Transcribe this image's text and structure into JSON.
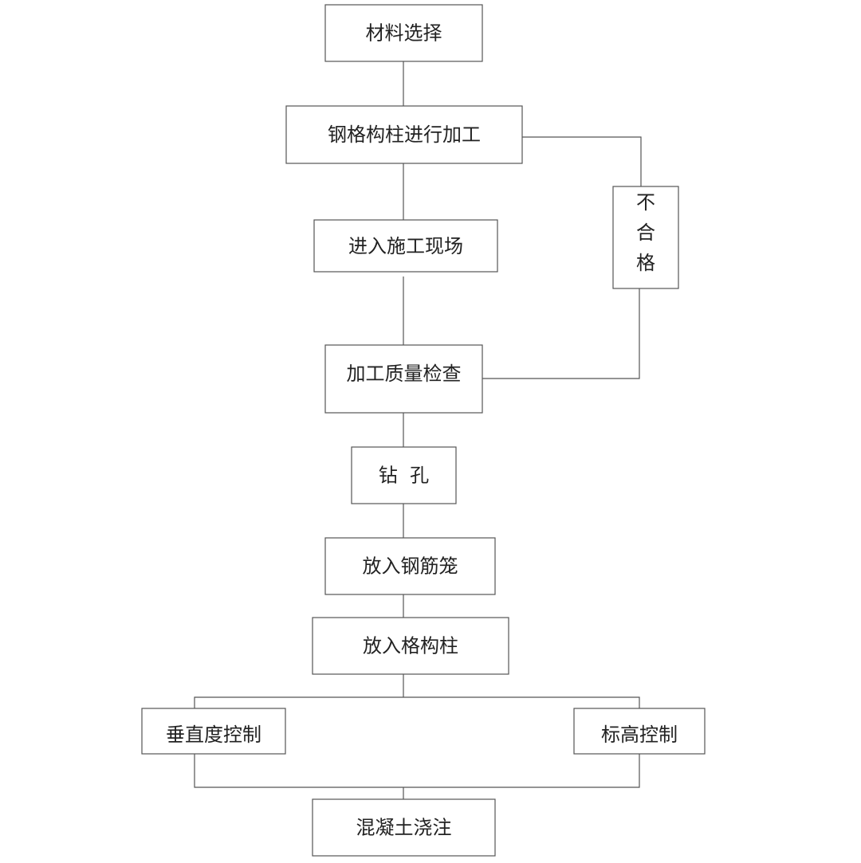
{
  "nodes": {
    "material_selection": "材料选择",
    "steel_column_processing": "钢格构柱进行加工",
    "enter_site": "进入施工现场",
    "quality_check": "加工质量检查",
    "drilling": "钻  孔",
    "place_rebar_cage": "放入钢筋笼",
    "place_lattice_column": "放入格构柱",
    "verticality_control": "垂直度控制",
    "elevation_control": "标高控制",
    "concrete_pouring": "混凝土浇注"
  },
  "rejected_label": [
    "不",
    "合",
    "格"
  ],
  "colors": {
    "line": "#555555",
    "text": "#222222",
    "background": "#ffffff"
  }
}
